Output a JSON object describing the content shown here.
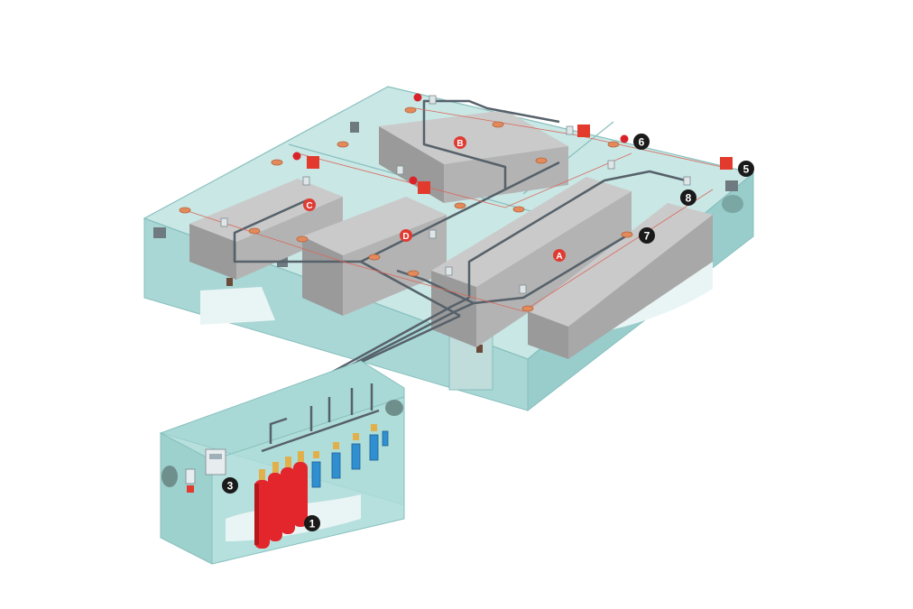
{
  "diagram": {
    "zone_labels": {
      "a": "A",
      "b": "B",
      "c": "C",
      "d": "D"
    },
    "callouts": {
      "n1": "1",
      "n3": "3",
      "n5": "5",
      "n6": "6",
      "n7": "7",
      "n8": "8"
    }
  },
  "colors": {
    "glass": "#a8d8d6",
    "glass_edge": "#7cbcbb",
    "cabinet_top": "#c9c9c9",
    "cabinet_side": "#8c8c8c",
    "cylinder_red": "#e3262b",
    "pipe": "#555f66",
    "valve_blue": "#2f8fd0",
    "zone_label_bg": "#e03b32",
    "callout_bg": "#1a1a1a",
    "nozzle": "#e08a5a"
  }
}
